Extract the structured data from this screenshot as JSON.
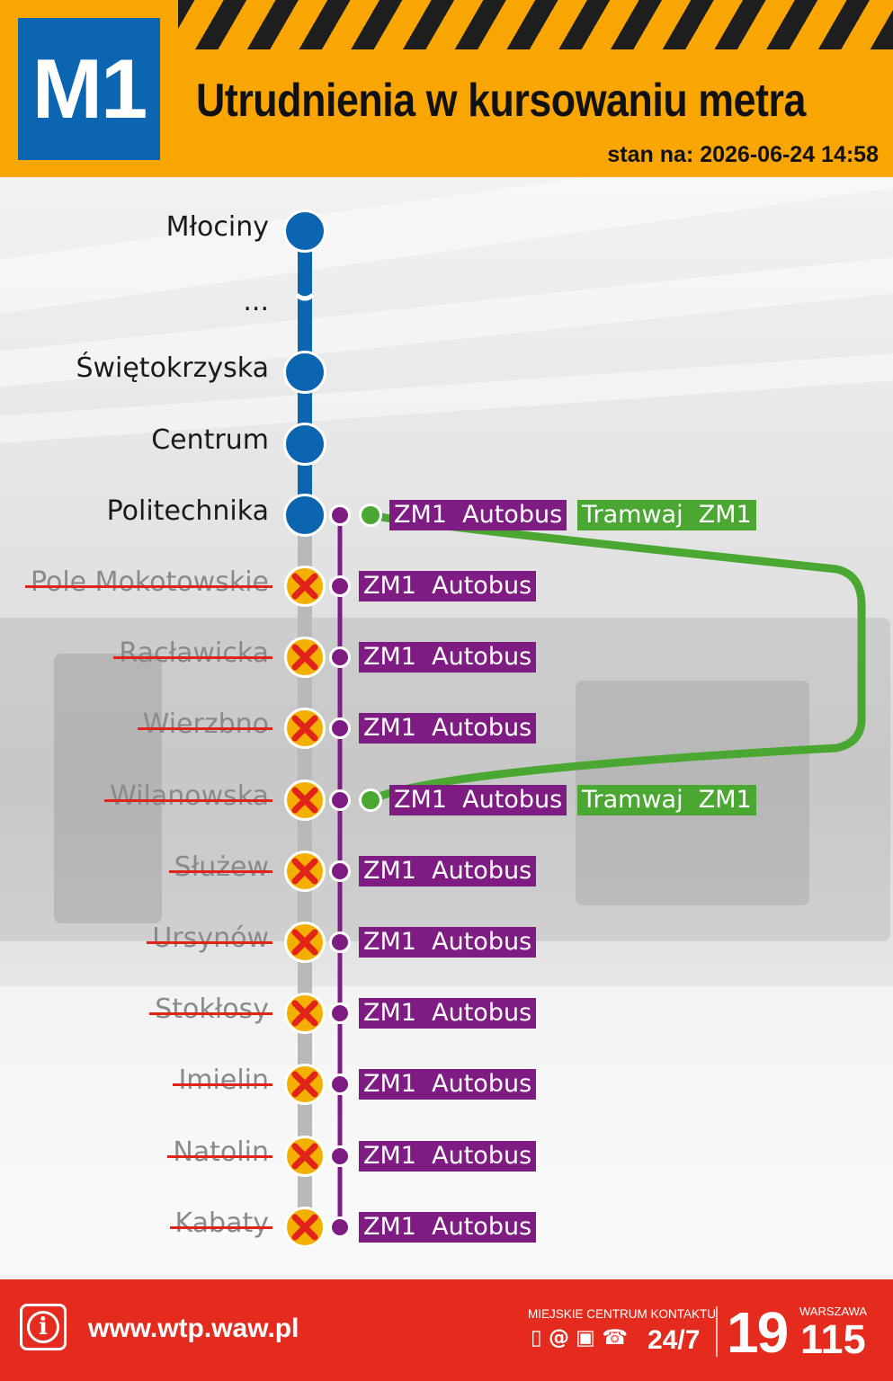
{
  "header": {
    "line_badge": "M1",
    "title": "Utrudnienia w kursowaniu metra",
    "status_label": "stan na:",
    "status_time": "2026-06-24 14:58"
  },
  "colors": {
    "header_bg": "#f9a602",
    "metro_blue": "#0b65b0",
    "bus_purple": "#7e1c83",
    "tram_green": "#4aa832",
    "closed_yellow": "#f4b000",
    "strike_red": "#e2231a",
    "footer_red": "#e42b1d"
  },
  "diagram": {
    "ellipsis": "...",
    "open_stations": [
      "Młociny",
      "Świętokrzyska",
      "Centrum",
      "Politechnika"
    ],
    "closed_stations": [
      "Pole Mokotowskie",
      "Racławicka",
      "Wierzbno",
      "Wilanowska",
      "Służew",
      "Ursynów",
      "Stokłosy",
      "Imielin",
      "Natolin",
      "Kabaty"
    ],
    "bus_label": "ZM1  Autobus",
    "tram_label": "Tramwaj  ZM1",
    "tram_stops": [
      "Politechnika",
      "Wilanowska"
    ]
  },
  "footer": {
    "url": "www.wtp.waw.pl",
    "contact_label": "MIEJSKIE CENTRUM KONTAKTU",
    "contact_icons": [
      "mobile-icon",
      "at-icon",
      "computer-icon",
      "phone-icon"
    ],
    "hours": "24/7",
    "city": "WARSZAWA",
    "phone_main": "19",
    "phone_suffix": "115"
  }
}
